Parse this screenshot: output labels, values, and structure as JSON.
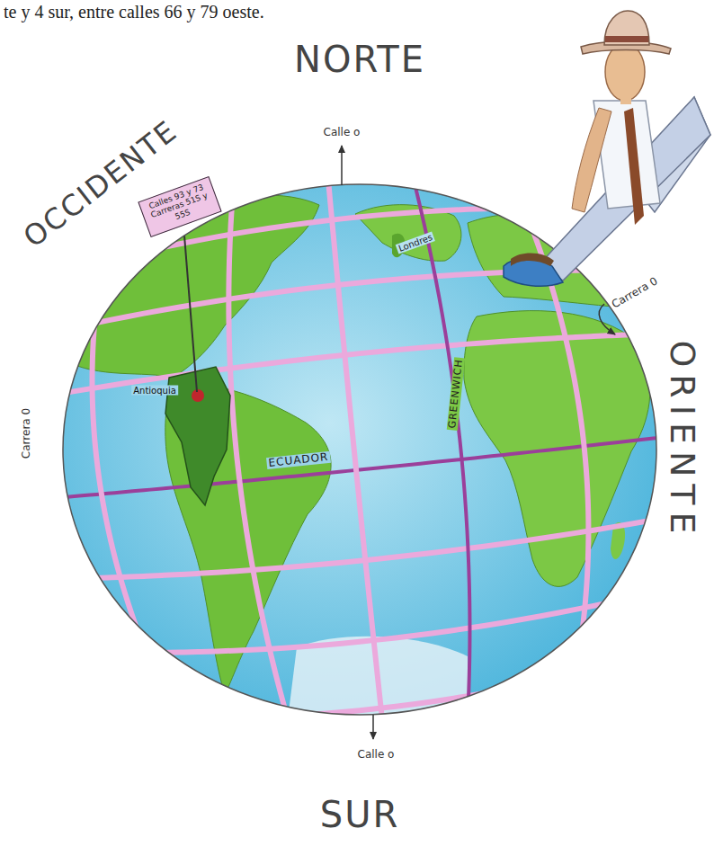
{
  "diagram": {
    "nodes": [
      {
        "text": [
          "Calles 93 y 73 Carreras 51S y 55S"
        ]
      }
    ],
    "labels": [
      "te y 4 sur, entre calles 66 y 79 oeste.",
      "NORTE",
      "Calle o",
      "OCCIDENTE",
      "Carrera 0",
      "Londres",
      "Carrera 0",
      "Antioquia",
      "ECUADOR",
      "GREENWICH",
      "ORIENTE",
      "Calle o",
      "SUR"
    ]
  }
}
